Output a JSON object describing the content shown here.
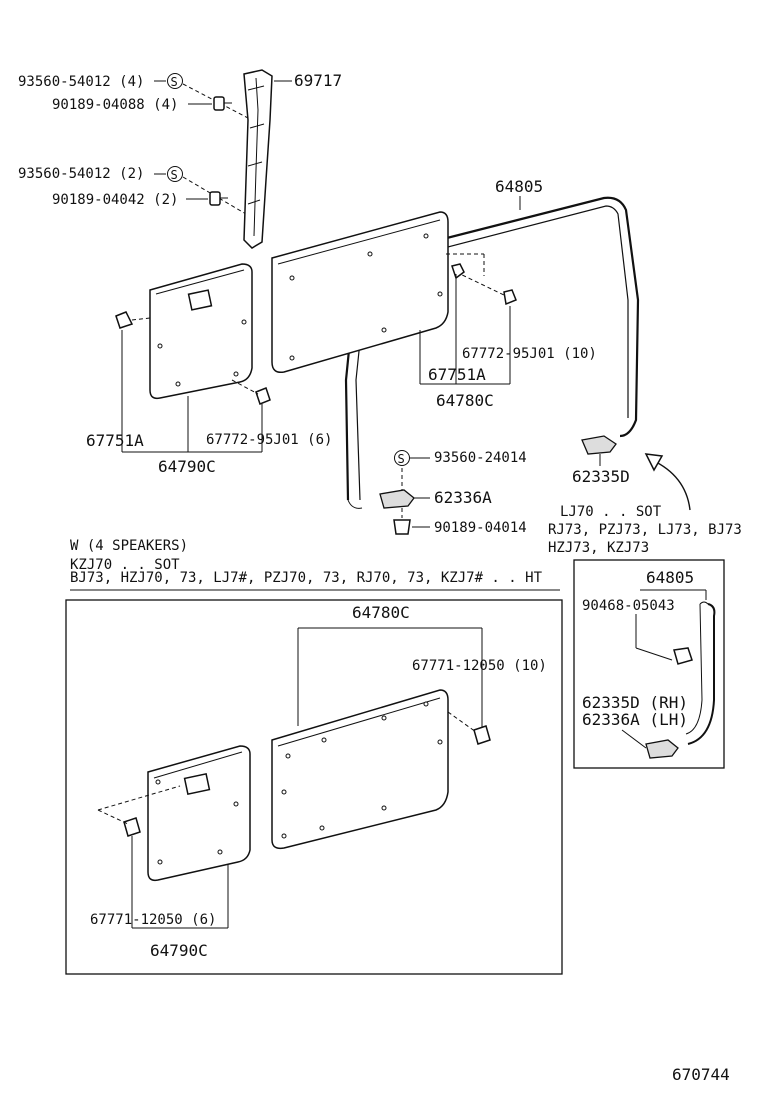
{
  "labels": {
    "p93560_54012_4": "93560-54012 (4)",
    "p90189_04088_4": "90189-04088 (4)",
    "p69717": "69717",
    "p93560_54012_2": "93560-54012 (2)",
    "p90189_04042_2": "90189-04042 (2)",
    "p64805_top": "64805",
    "p67772_95j01_10": "67772-95J01 (10)",
    "p67751a_right": "67751A",
    "p64780c_top": "64780C",
    "p67751a_left": "67751A",
    "p67772_95j01_6": "67772-95J01 (6)",
    "p64790c_top": "64790C",
    "p93560_24014": "93560-24014",
    "p62335d": "62335D",
    "p62336a": "62336A",
    "p90189_04014": "90189-04014",
    "w_line1": "W (4 SPEAKERS)",
    "w_line2": "KZJ70 . . SOT",
    "w_line3": "BJ73, HZJ70, 73, LJ7#, PZJ70, 73, RJ70, 73, KZJ7# . . HT",
    "lj_line1": "LJ70 . . SOT",
    "lj_line2": "RJ73, PZJ73, LJ73, BJ73",
    "lj_line3": "HZJ73, KZJ73",
    "p64780c_box": "64780C",
    "p67771_12050_10": "67771-12050 (10)",
    "p67771_12050_6": "67771-12050 (6)",
    "p64790c_box": "64790C",
    "p64805_inset": "64805",
    "p90468_05043": "90468-05043",
    "p62335d_rh": "62335D (RH)",
    "p62336a_lh": "62336A (LH)",
    "washer_symbol": "S",
    "diagram_number": "670744"
  }
}
